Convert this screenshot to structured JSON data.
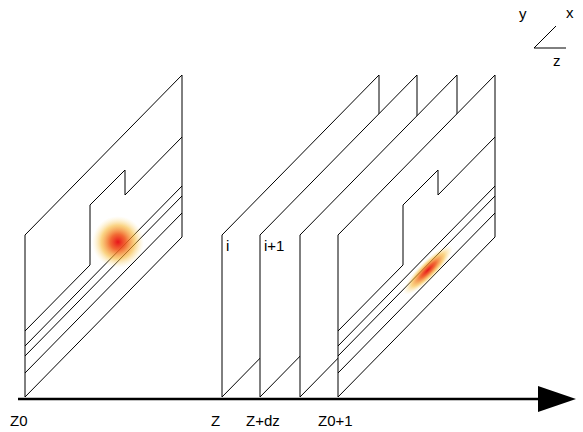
{
  "diagram": {
    "labels": [
      "y",
      "x",
      "z",
      "i",
      "i+1",
      "Z0",
      "Z",
      "Z+dz",
      "Z0+1"
    ]
  }
}
